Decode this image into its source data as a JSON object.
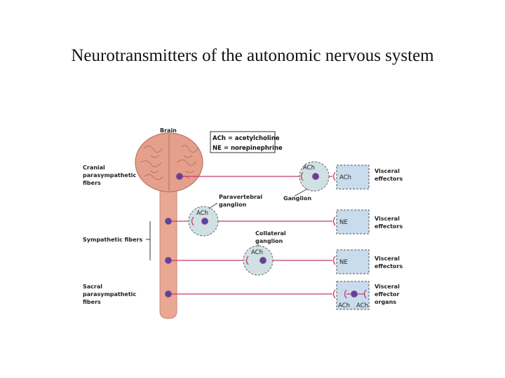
{
  "slide": {
    "title": "Neurotransmitters of the autonomic nervous system"
  },
  "diagram": {
    "brain_label": "Brain",
    "legend": {
      "line1": "ACh = acetylcholine",
      "line2": "NE = norepinephrine"
    },
    "left_labels": {
      "cranial": [
        "Cranial",
        "parasympathetic",
        "fibers"
      ],
      "sympathetic": "Sympathetic fibers",
      "sacral": [
        "Sacral",
        "parasympathetic",
        "fibers"
      ]
    },
    "middle_labels": {
      "paravertebral": [
        "Paravertebral",
        "ganglion"
      ],
      "ganglion": "Ganglion",
      "collateral": [
        "Collateral",
        "ganglion"
      ]
    },
    "ganglia": {
      "cranial_ach": "ACh",
      "paravertebral_ach": "ACh",
      "collateral_ach": "ACh"
    },
    "effectors": {
      "e1": {
        "box": "ACh",
        "label": [
          "Visceral",
          "effectors"
        ]
      },
      "e2": {
        "box": "NE",
        "label": [
          "Visceral",
          "effectors"
        ]
      },
      "e3": {
        "box": "NE",
        "label": [
          "Visceral",
          "effectors"
        ]
      },
      "e4": {
        "box_left": "ACh",
        "box_right": "ACh",
        "label": [
          "Visceral",
          "effector",
          "organs"
        ]
      }
    },
    "colors": {
      "brain": "#e4a08c",
      "cord": "#e8a894",
      "fiber": "#c8386a",
      "ganglion_fill": "#cfe1e3",
      "effector_fill": "#c9dced",
      "neuron": "#4a4aa8"
    }
  }
}
